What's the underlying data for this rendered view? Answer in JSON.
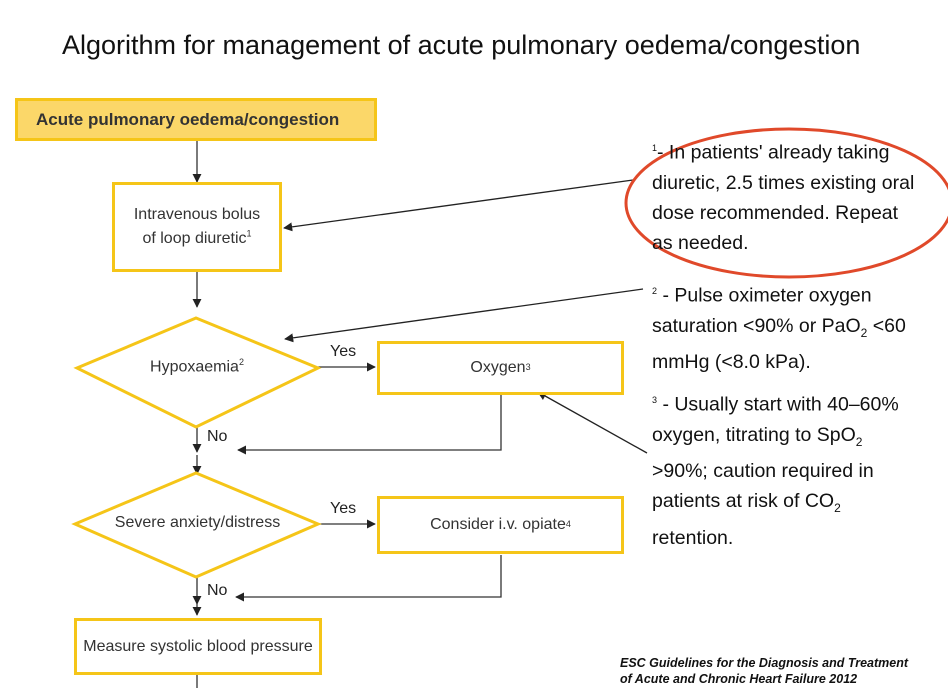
{
  "title": "Algorithm for management of acute pulmonary oedema/congestion",
  "flow": {
    "start": "Acute pulmonary oedema/congestion",
    "bolus_line1": "Intravenous bolus",
    "bolus_line2": "of loop diuretic",
    "bolus_ref": "1",
    "hypox": "Hypoxaemia",
    "hypox_ref": "2",
    "oxygen": "Oxygen",
    "oxygen_ref": "3",
    "anxiety": "Severe anxiety/distress",
    "opiate": "Consider i.v. opiate",
    "opiate_ref": "4",
    "measure": "Measure systolic blood pressure",
    "yes": "Yes",
    "no": "No"
  },
  "notes": {
    "n1_ref": "1",
    "n1_l1": "- In patients' already taking",
    "n1_l2": "diuretic, 2.5 times existing oral",
    "n1_l3": "dose recommended. Repeat",
    "n1_l4": "as needed.",
    "n2_ref": "2",
    "n2_l1": "- Pulse oximeter oxygen",
    "n2_l2a": "saturation <90% or PaO",
    "n2_l2sub": "2",
    "n2_l2b": " <60",
    "n2_l3": "mmHg (<8.0 kPa).",
    "n3_ref": "3",
    "n3_l1": "- Usually start with 40–60%",
    "n3_l2a": "oxygen, titrating to SpO",
    "n3_l2sub": "2",
    "n3_l3": ">90%; caution required in",
    "n3_l4a": "patients at risk of CO",
    "n3_l4sub": "2",
    "n3_l5": "retention."
  },
  "source": {
    "line1": "ESC Guidelines for the Diagnosis and Treatment",
    "line2": "of Acute and Chronic Heart Failure 2012"
  },
  "colors": {
    "box_border": "#f5c518",
    "head_fill": "#fbd769",
    "highlight_ellipse": "#e0492a"
  }
}
